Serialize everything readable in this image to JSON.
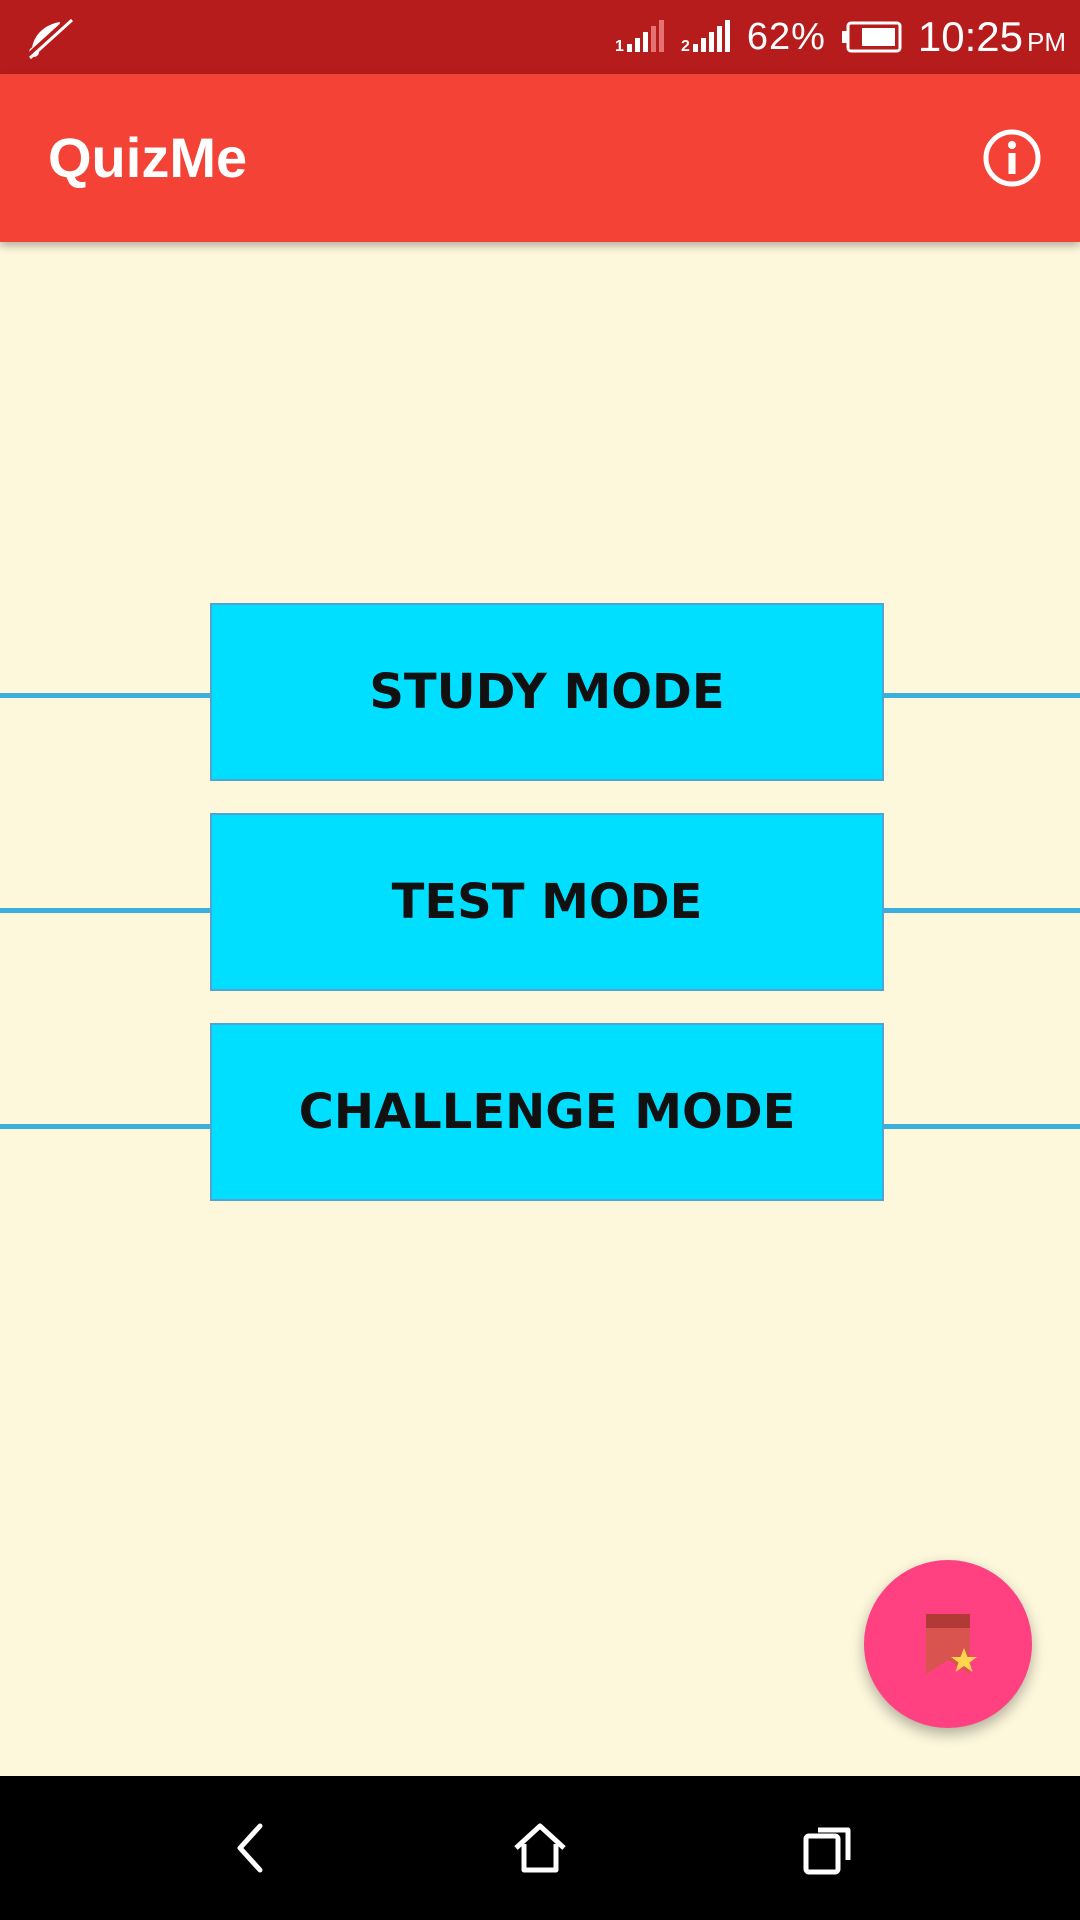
{
  "status_bar": {
    "battery_percent": "62%",
    "time": "10:25",
    "ampm": "PM",
    "icons": [
      "muted-notification-icon",
      "signal-sim1-icon",
      "signal-sim2-icon",
      "battery-icon"
    ]
  },
  "app_bar": {
    "title": "QuizMe",
    "action_icon": "info-icon"
  },
  "modes": {
    "study_label": "STUDY MODE",
    "test_label": "TEST MODE",
    "challenge_label": "CHALLENGE MODE"
  },
  "fab": {
    "icon": "bookmark-star-icon"
  },
  "nav_bar": {
    "icons": [
      "back-icon",
      "home-icon",
      "recent-apps-icon"
    ]
  },
  "colors": {
    "status_bar": "#B71C1C",
    "app_bar": "#F44336",
    "background": "#FDF7DC",
    "mode_button": "#00DFFF",
    "line": "#3BB0DD",
    "fab": "#FF4081"
  }
}
